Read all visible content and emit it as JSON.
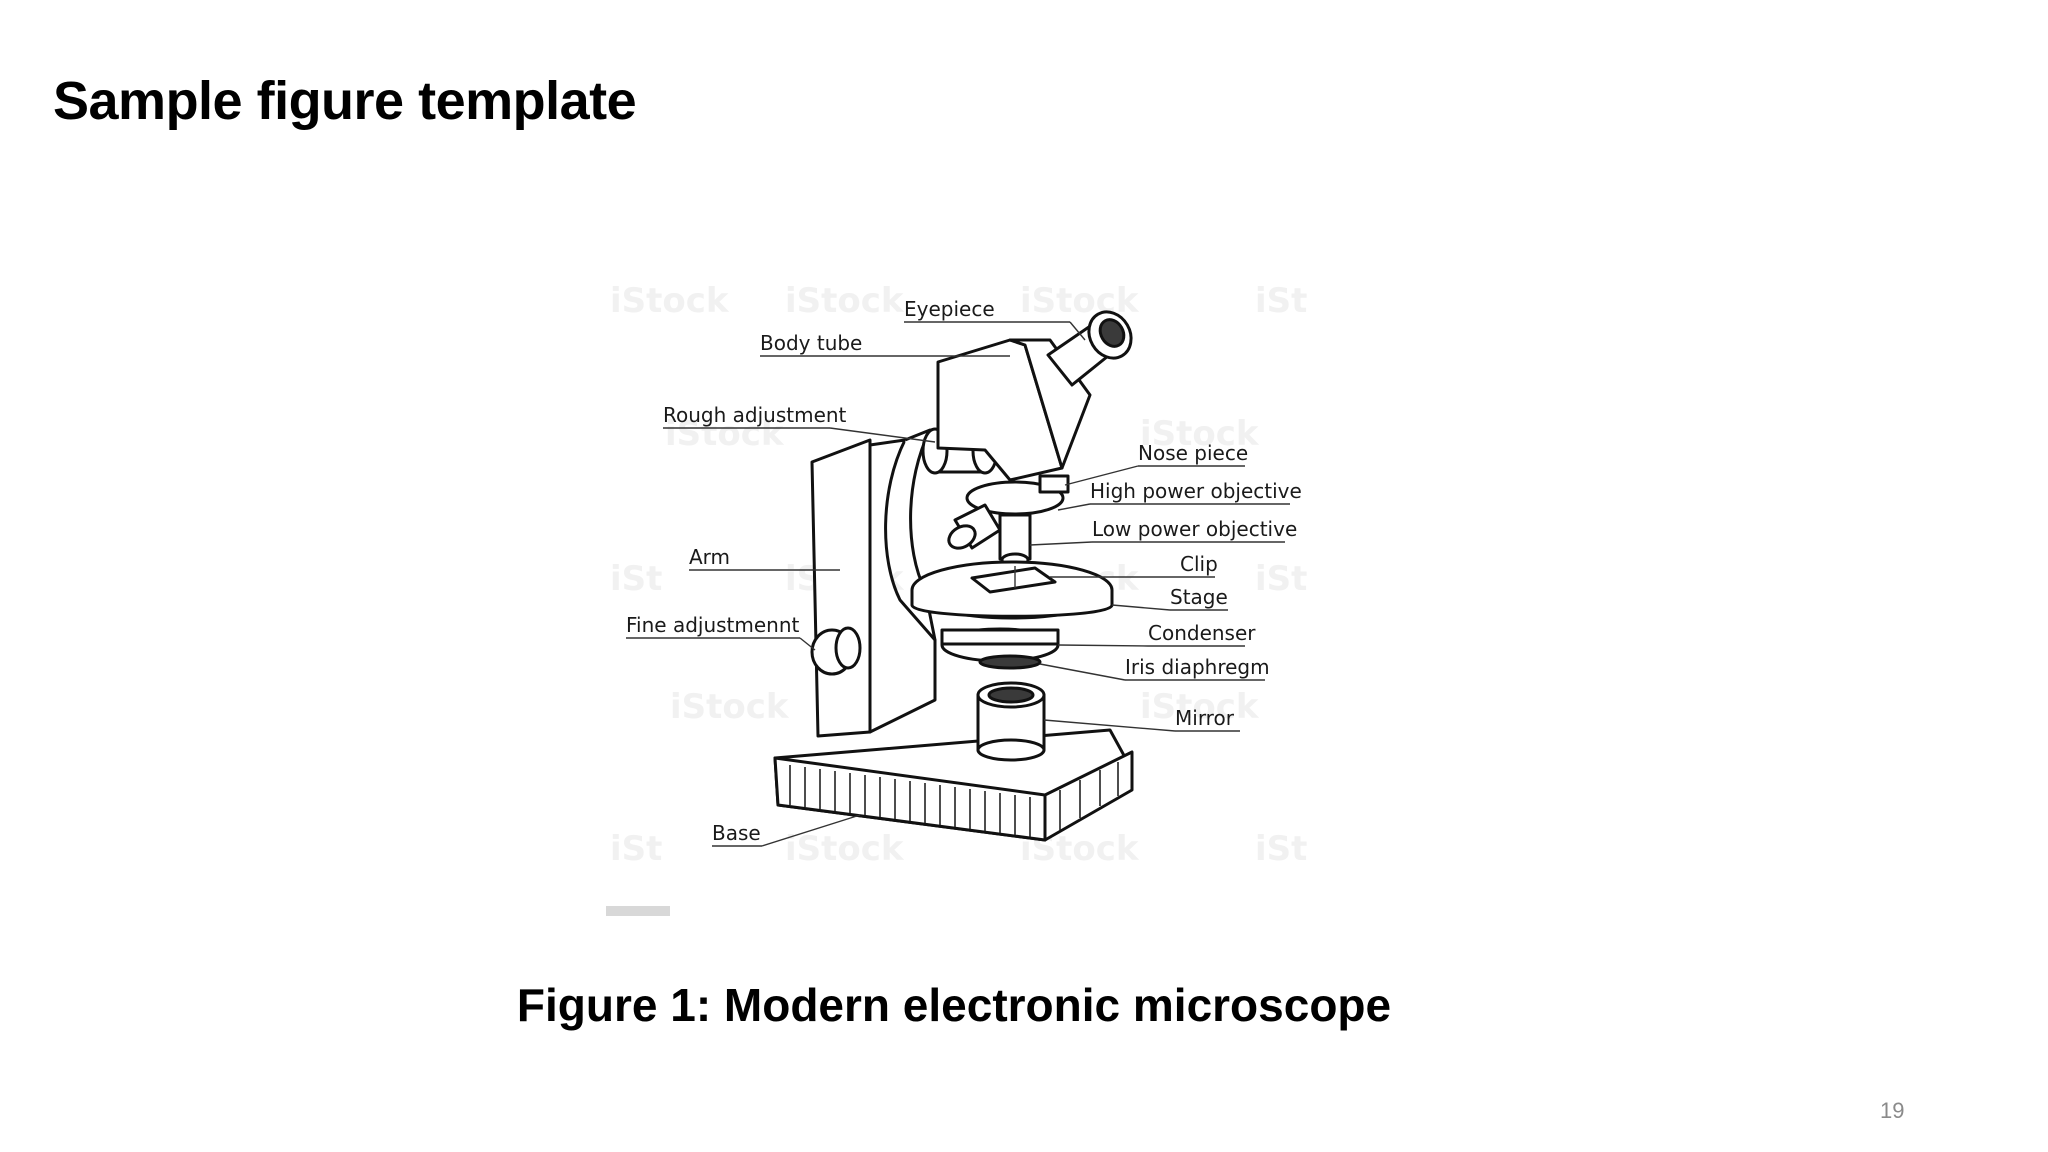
{
  "slide": {
    "title": "Sample figure template",
    "caption": "Figure 1: Modern electronic microscope",
    "page_number": "19"
  },
  "diagram": {
    "labels": {
      "eyepiece": "Eyepiece",
      "body_tube": "Body tube",
      "rough_adjustment": "Rough adjustment",
      "nose_piece": "Nose piece",
      "high_power_objective": "High power objective",
      "low_power_objective": "Low power objective",
      "arm": "Arm",
      "clip": "Clip",
      "stage": "Stage",
      "fine_adjustment": "Fine adjustmennt",
      "condenser": "Condenser",
      "iris_diaphragm": "Iris diaphregm",
      "mirror": "Mirror",
      "base": "Base"
    }
  }
}
